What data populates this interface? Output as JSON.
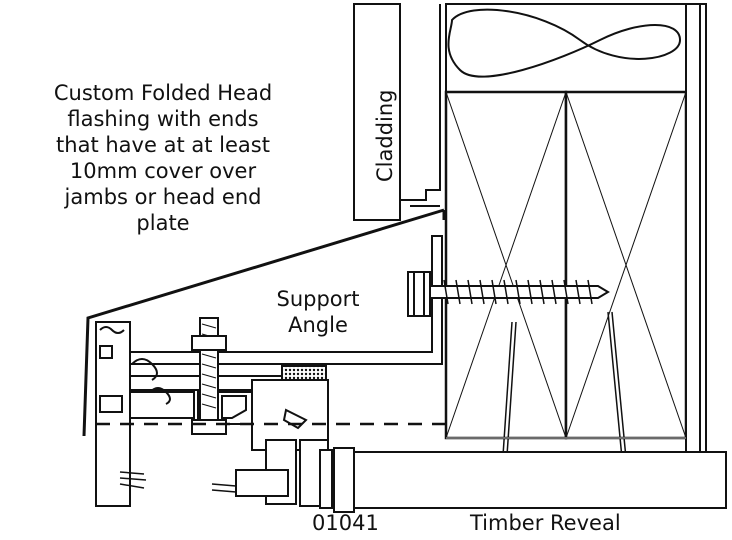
{
  "labels": {
    "head_flashing": [
      "Custom Folded Head",
      "flashing with ends",
      "that have at at least",
      "10mm cover over",
      "jambs or head end",
      "plate"
    ],
    "cladding": "Cladding",
    "support_angle": [
      "Support",
      "Angle"
    ],
    "part_code": "01041",
    "timber_reveal": "Timber Reveal"
  },
  "colors": {
    "line": "#111111",
    "background": "#ffffff",
    "grey_line": "#888888"
  }
}
